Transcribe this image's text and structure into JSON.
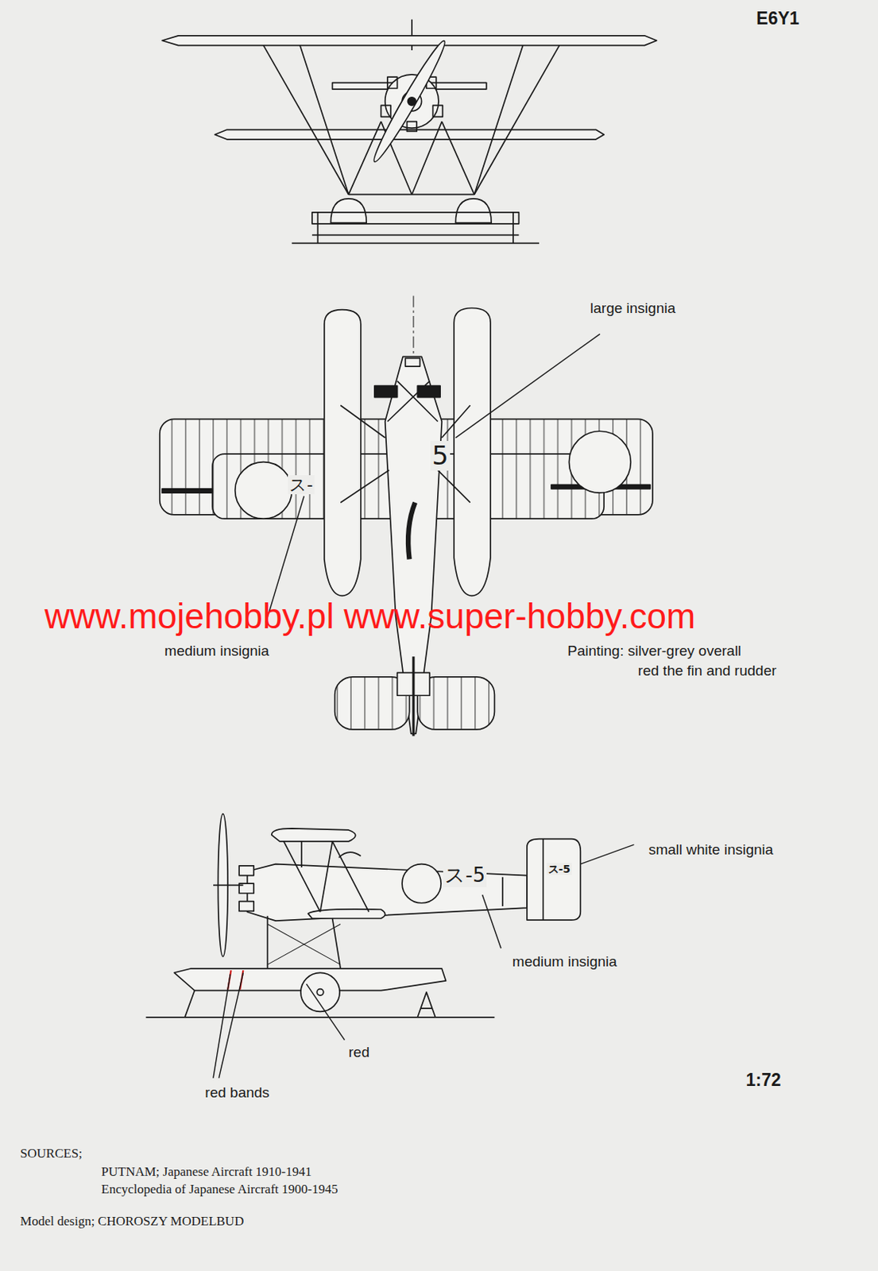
{
  "diagram": {
    "title": "E6Y1",
    "labels": [
      "large insignia",
      "5",
      "ス-",
      "medium insignia",
      "www.mojehobby.pl www.super-hobby.com",
      "Painting: silver-grey overall",
      "red the fin and rudder",
      "ス-5",
      "ス-5",
      "small white insignia",
      "medium insignia",
      "red",
      "red bands",
      "1:72",
      "SOURCES;",
      "PUTNAM; Japanese Aircraft 1910-1941",
      "Encyclopedia of Japanese Aircraft 1900-1945",
      "Model design; CHOROSZY MODELBUD"
    ]
  }
}
